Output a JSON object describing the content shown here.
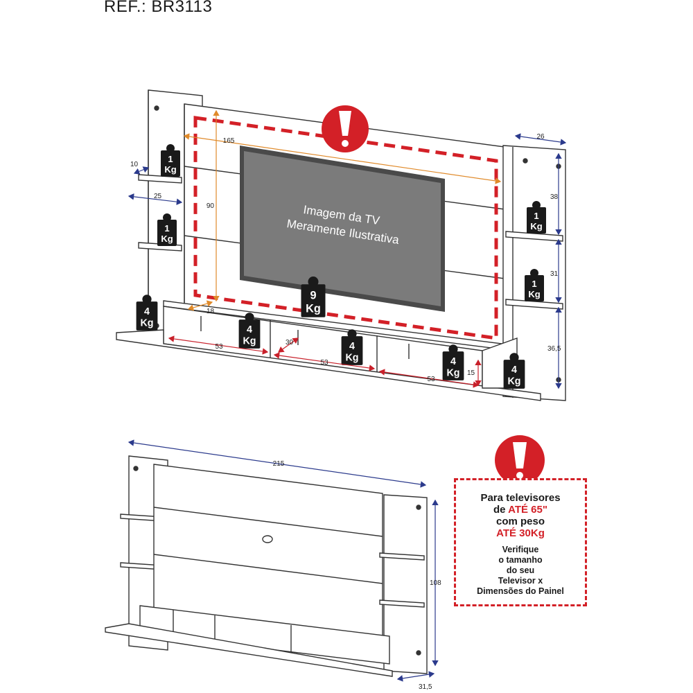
{
  "reference": "REF.: BR3113",
  "tv_caption": {
    "line1": "Imagem da TV",
    "line2": "Meramente Ilustrativa"
  },
  "weights": {
    "kg_unit": "Kg",
    "shelf_left_top": "1",
    "shelf_left_mid": "1",
    "shelf_right_top": "1",
    "shelf_right_mid": "1",
    "base_left": "4",
    "base_right": "4",
    "niche_1": "4",
    "niche_2": "4",
    "niche_3": "4",
    "tv": "9"
  },
  "dimensions": {
    "tv_width": "165",
    "tv_height": "90",
    "shelf_depth": "10",
    "shelf_width": "25",
    "side_width": "26",
    "right_space_top": "38",
    "right_space_mid": "31",
    "right_space_bottom": "36,5",
    "rack_height_gap": "18",
    "niche_depth": "30",
    "niche_1_width": "53",
    "niche_2_width": "53",
    "niche_3_width": "53",
    "niche_height": "15",
    "total_width": "215",
    "total_height": "108",
    "total_depth": "31,5"
  },
  "warning": {
    "line1": "Para televisores",
    "line2_prefix": "de ",
    "line2_highlight": "ATÉ 65\"",
    "line3": "com peso",
    "line4_highlight": "ATÉ 30Kg",
    "note1": "Verifique",
    "note2": "o tamanho",
    "note3": "do seu",
    "note4": "Televisor x",
    "note5": "Dimensões do Painel"
  },
  "colors": {
    "alert_red": "#d32027",
    "dimension_orange": "#e08a2a",
    "dimension_red": "#c8202a",
    "dimension_blue": "#2b3a8c",
    "tv_screen": "#7b7b7b",
    "tv_frame": "#4a4a4a",
    "weight_icon": "#1a1a1a"
  }
}
